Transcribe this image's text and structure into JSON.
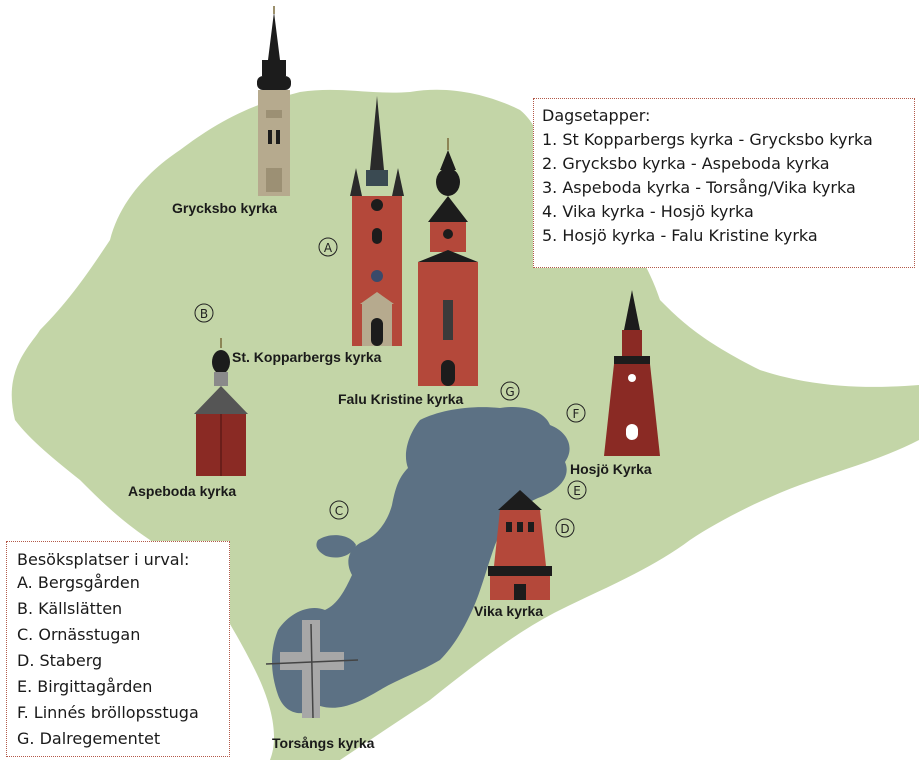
{
  "labels": {
    "grycksbo": "Grycksbo kyrka",
    "kopparberg": "St. Kopparbergs kyrka",
    "kristine": "Falu Kristine kyrka",
    "aspeboda": "Aspeboda kyrka",
    "hosjo": "Hosjö Kyrka",
    "vika": "Vika kyrka",
    "torsang": "Torsångs kyrka"
  },
  "markers": {
    "A": "A",
    "B": "B",
    "C": "C",
    "D": "D",
    "E": "E",
    "F": "F",
    "G": "G"
  },
  "routes": {
    "title": "Dagsetapper:",
    "items": [
      "1. St Kopparbergs kyrka - Grycksbo kyrka",
      "2. Grycksbo kyrka - Aspeboda kyrka",
      "3. Aspeboda kyrka - Torsång/Vika kyrka",
      "4. Vika kyrka - Hosjö kyrka",
      "5. Hosjö kyrka - Falu Kristine kyrka"
    ]
  },
  "visits": {
    "title": "Besöksplatser i urval:",
    "items": [
      "A. Bergsgården",
      "B. Källslätten",
      "C. Ornässtugan",
      "D. Staberg",
      "E. Birgittagården",
      "F. Linnés bröllopsstuga",
      "G. Dalregementet"
    ]
  },
  "colors": {
    "land": "#c3d5a7",
    "water": "#5c7184",
    "brick": "#b4483a",
    "darkred": "#8a2a24",
    "stone": "#b6aa8e",
    "spire": "#1c1c1c",
    "cross": "#a7a7a7"
  }
}
